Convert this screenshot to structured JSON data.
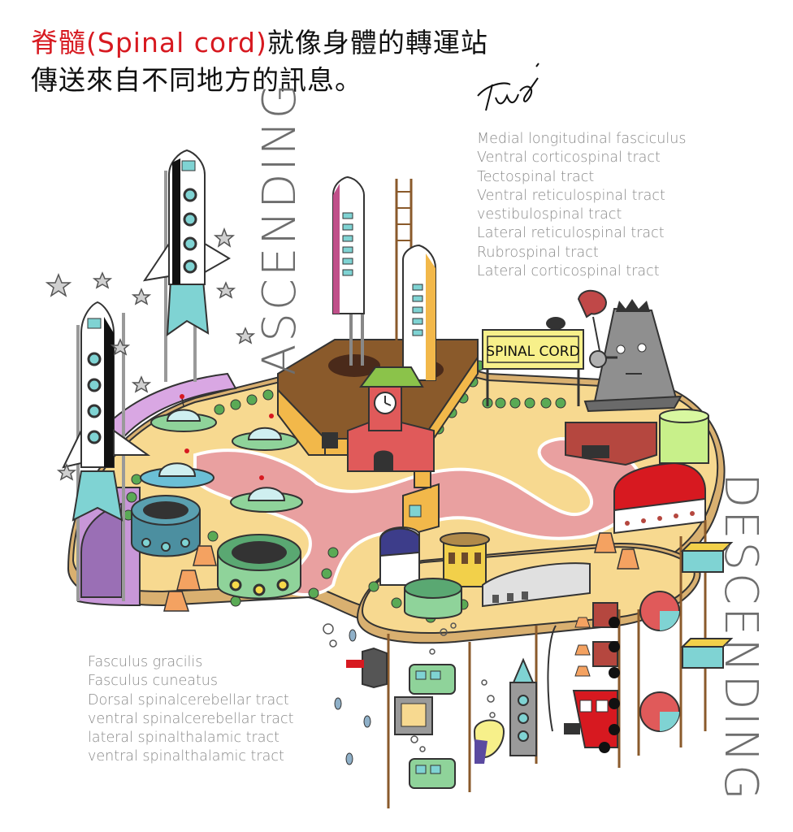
{
  "title": {
    "line1_red": "脊髓",
    "line1_red2": "(Spinal cord)",
    "line1_rest": "就像身體的轉運站",
    "line2": "傳送來自不同地方的訊息。"
  },
  "signature": "Twin",
  "labels": {
    "ascending": "ASCENDING",
    "descending": "DESCENDING",
    "sign": "SPINAL CORD"
  },
  "descending_tracts": [
    "Medial longitudinal fasciculus",
    "Ventral corticospinal tract",
    "Tectospinal tract",
    "Ventral reticulospinal tract",
    "vestibulospinal tract",
    "Lateral reticulospinal tract",
    "Rubrospinal tract",
    "Lateral corticospinal tract"
  ],
  "ascending_tracts": [
    "Fasculus gracilis",
    "Fasculus cuneatus",
    "Dorsal spinalcerebellar tract",
    "ventral spinalcerebellar tract",
    "lateral spinalthalamic tract",
    "ventral spinalthalamic tract"
  ],
  "colors": {
    "island_top": "#f7d990",
    "island_edge": "#d9b070",
    "road_pink": "#e9a0a0",
    "accent_red": "#d71920",
    "rocket_flame": "#7fd3d3",
    "ufo_green": "#8fd39a",
    "purple_wall": "#c897d8",
    "building_brown": "#8a5a2b"
  }
}
